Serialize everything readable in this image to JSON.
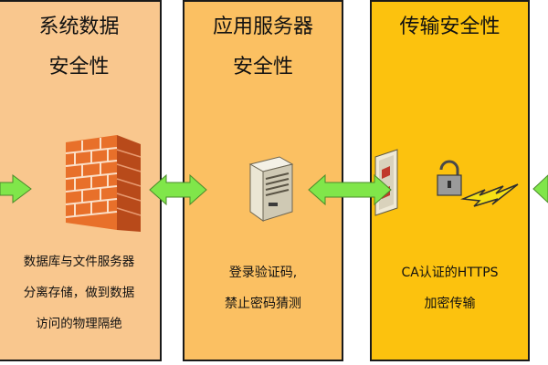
{
  "panels": [
    {
      "title_line1": "系统数据",
      "title_line2": "安全性",
      "desc": [
        "数据库与文件服务器",
        "分离存储，做到数据",
        "访问的物理隔绝"
      ],
      "icon": "firewall-icon",
      "color": "#f9c78e"
    },
    {
      "title_line1": "应用服务器",
      "title_line2": "安全性",
      "desc": [
        "登录验证码,",
        "禁止密码猜测"
      ],
      "icon": "server-icon",
      "color": "#fbc062"
    },
    {
      "title_line1": "传输安全性",
      "desc": [
        "CA认证的HTTPS",
        "加密传输"
      ],
      "icon": "lock-lightning-icon",
      "color": "#fcc20e"
    }
  ],
  "arrow_color": "#80e64a"
}
